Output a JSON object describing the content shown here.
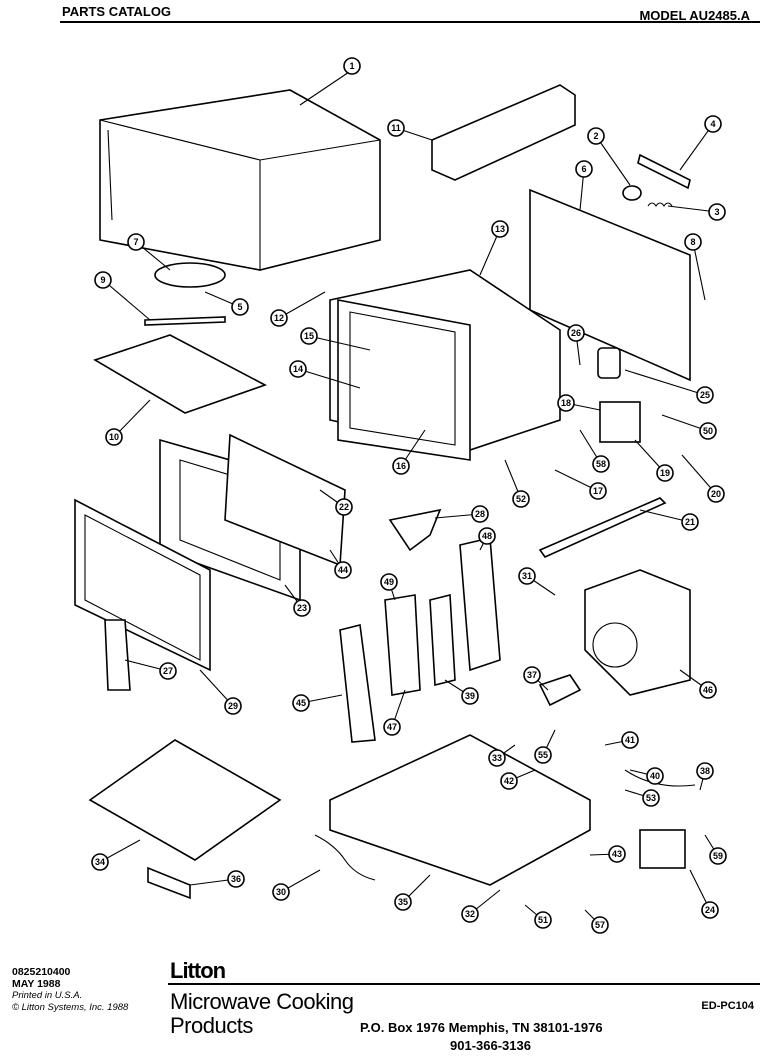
{
  "header": {
    "title": "PARTS CATALOG",
    "model": "MODEL AU2485.A"
  },
  "footer": {
    "part_number": "0825210400",
    "date": "MAY 1988",
    "printed": "Printed in U.S.A.",
    "copyright": "© Litton Systems, Inc. 1988",
    "brand": "Litton",
    "product_line1": "Microwave Cooking",
    "product_line2": "Products",
    "address": "P.O. Box 1976 Memphis, TN 38101-1976",
    "phone": "901-366-3136",
    "doc_code": "ED-PC104"
  },
  "callouts": [
    "1",
    "11",
    "2",
    "4",
    "3",
    "6",
    "8",
    "7",
    "9",
    "5",
    "12",
    "13",
    "15",
    "14",
    "10",
    "16",
    "26",
    "25",
    "18",
    "50",
    "58",
    "19",
    "20",
    "52",
    "17",
    "21",
    "22",
    "23",
    "28",
    "44",
    "48",
    "49",
    "31",
    "46",
    "27",
    "29",
    "45",
    "47",
    "39",
    "37",
    "33",
    "55",
    "42",
    "41",
    "40",
    "38",
    "53",
    "59",
    "34",
    "30",
    "35",
    "43",
    "36",
    "32",
    "51",
    "24",
    "57"
  ]
}
